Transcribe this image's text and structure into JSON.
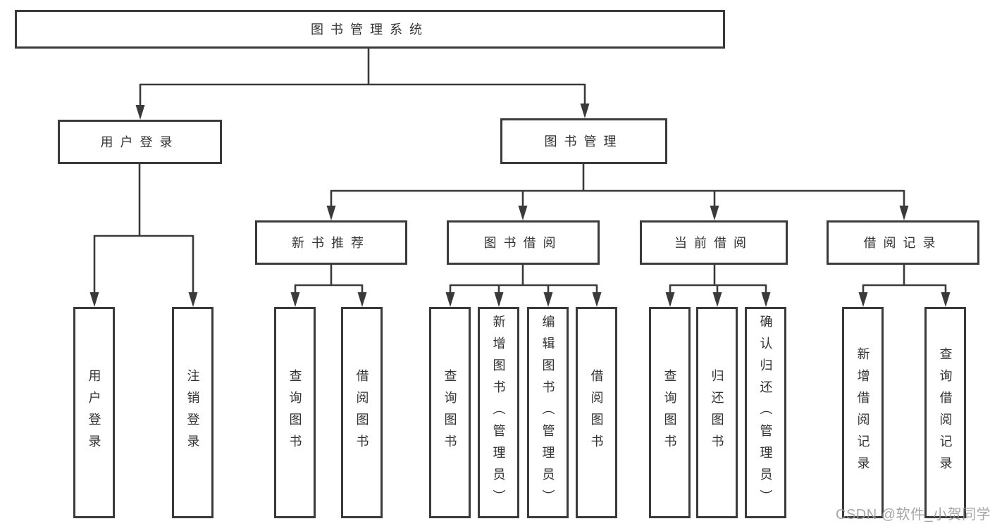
{
  "diagram_title": "图书管理系统",
  "tree": {
    "label": "图书管理系统",
    "children": [
      {
        "label": "用户登录",
        "children": [
          {
            "label": "用户登录"
          },
          {
            "label": "注销登录"
          }
        ]
      },
      {
        "label": "图书管理",
        "children": [
          {
            "label": "新书推荐",
            "children": [
              {
                "label": "查询图书"
              },
              {
                "label": "借阅图书"
              }
            ]
          },
          {
            "label": "图书借阅",
            "children": [
              {
                "label": "查询图书"
              },
              {
                "label": "新增图书（管理员）"
              },
              {
                "label": "编辑图书（管理员）"
              },
              {
                "label": "借阅图书"
              }
            ]
          },
          {
            "label": "当前借阅",
            "children": [
              {
                "label": "查询图书"
              },
              {
                "label": "归还图书"
              },
              {
                "label": "确认归还（管理员）"
              }
            ]
          },
          {
            "label": "借阅记录",
            "children": [
              {
                "label": "新增借阅记录"
              },
              {
                "label": "查询借阅记录"
              }
            ]
          }
        ]
      }
    ]
  },
  "watermark": "CSDN @软件_小贺同学",
  "colors": {
    "line": "#3a3a3a",
    "text": "#333333",
    "watermark": "#9a9a9a",
    "background": "#ffffff"
  }
}
